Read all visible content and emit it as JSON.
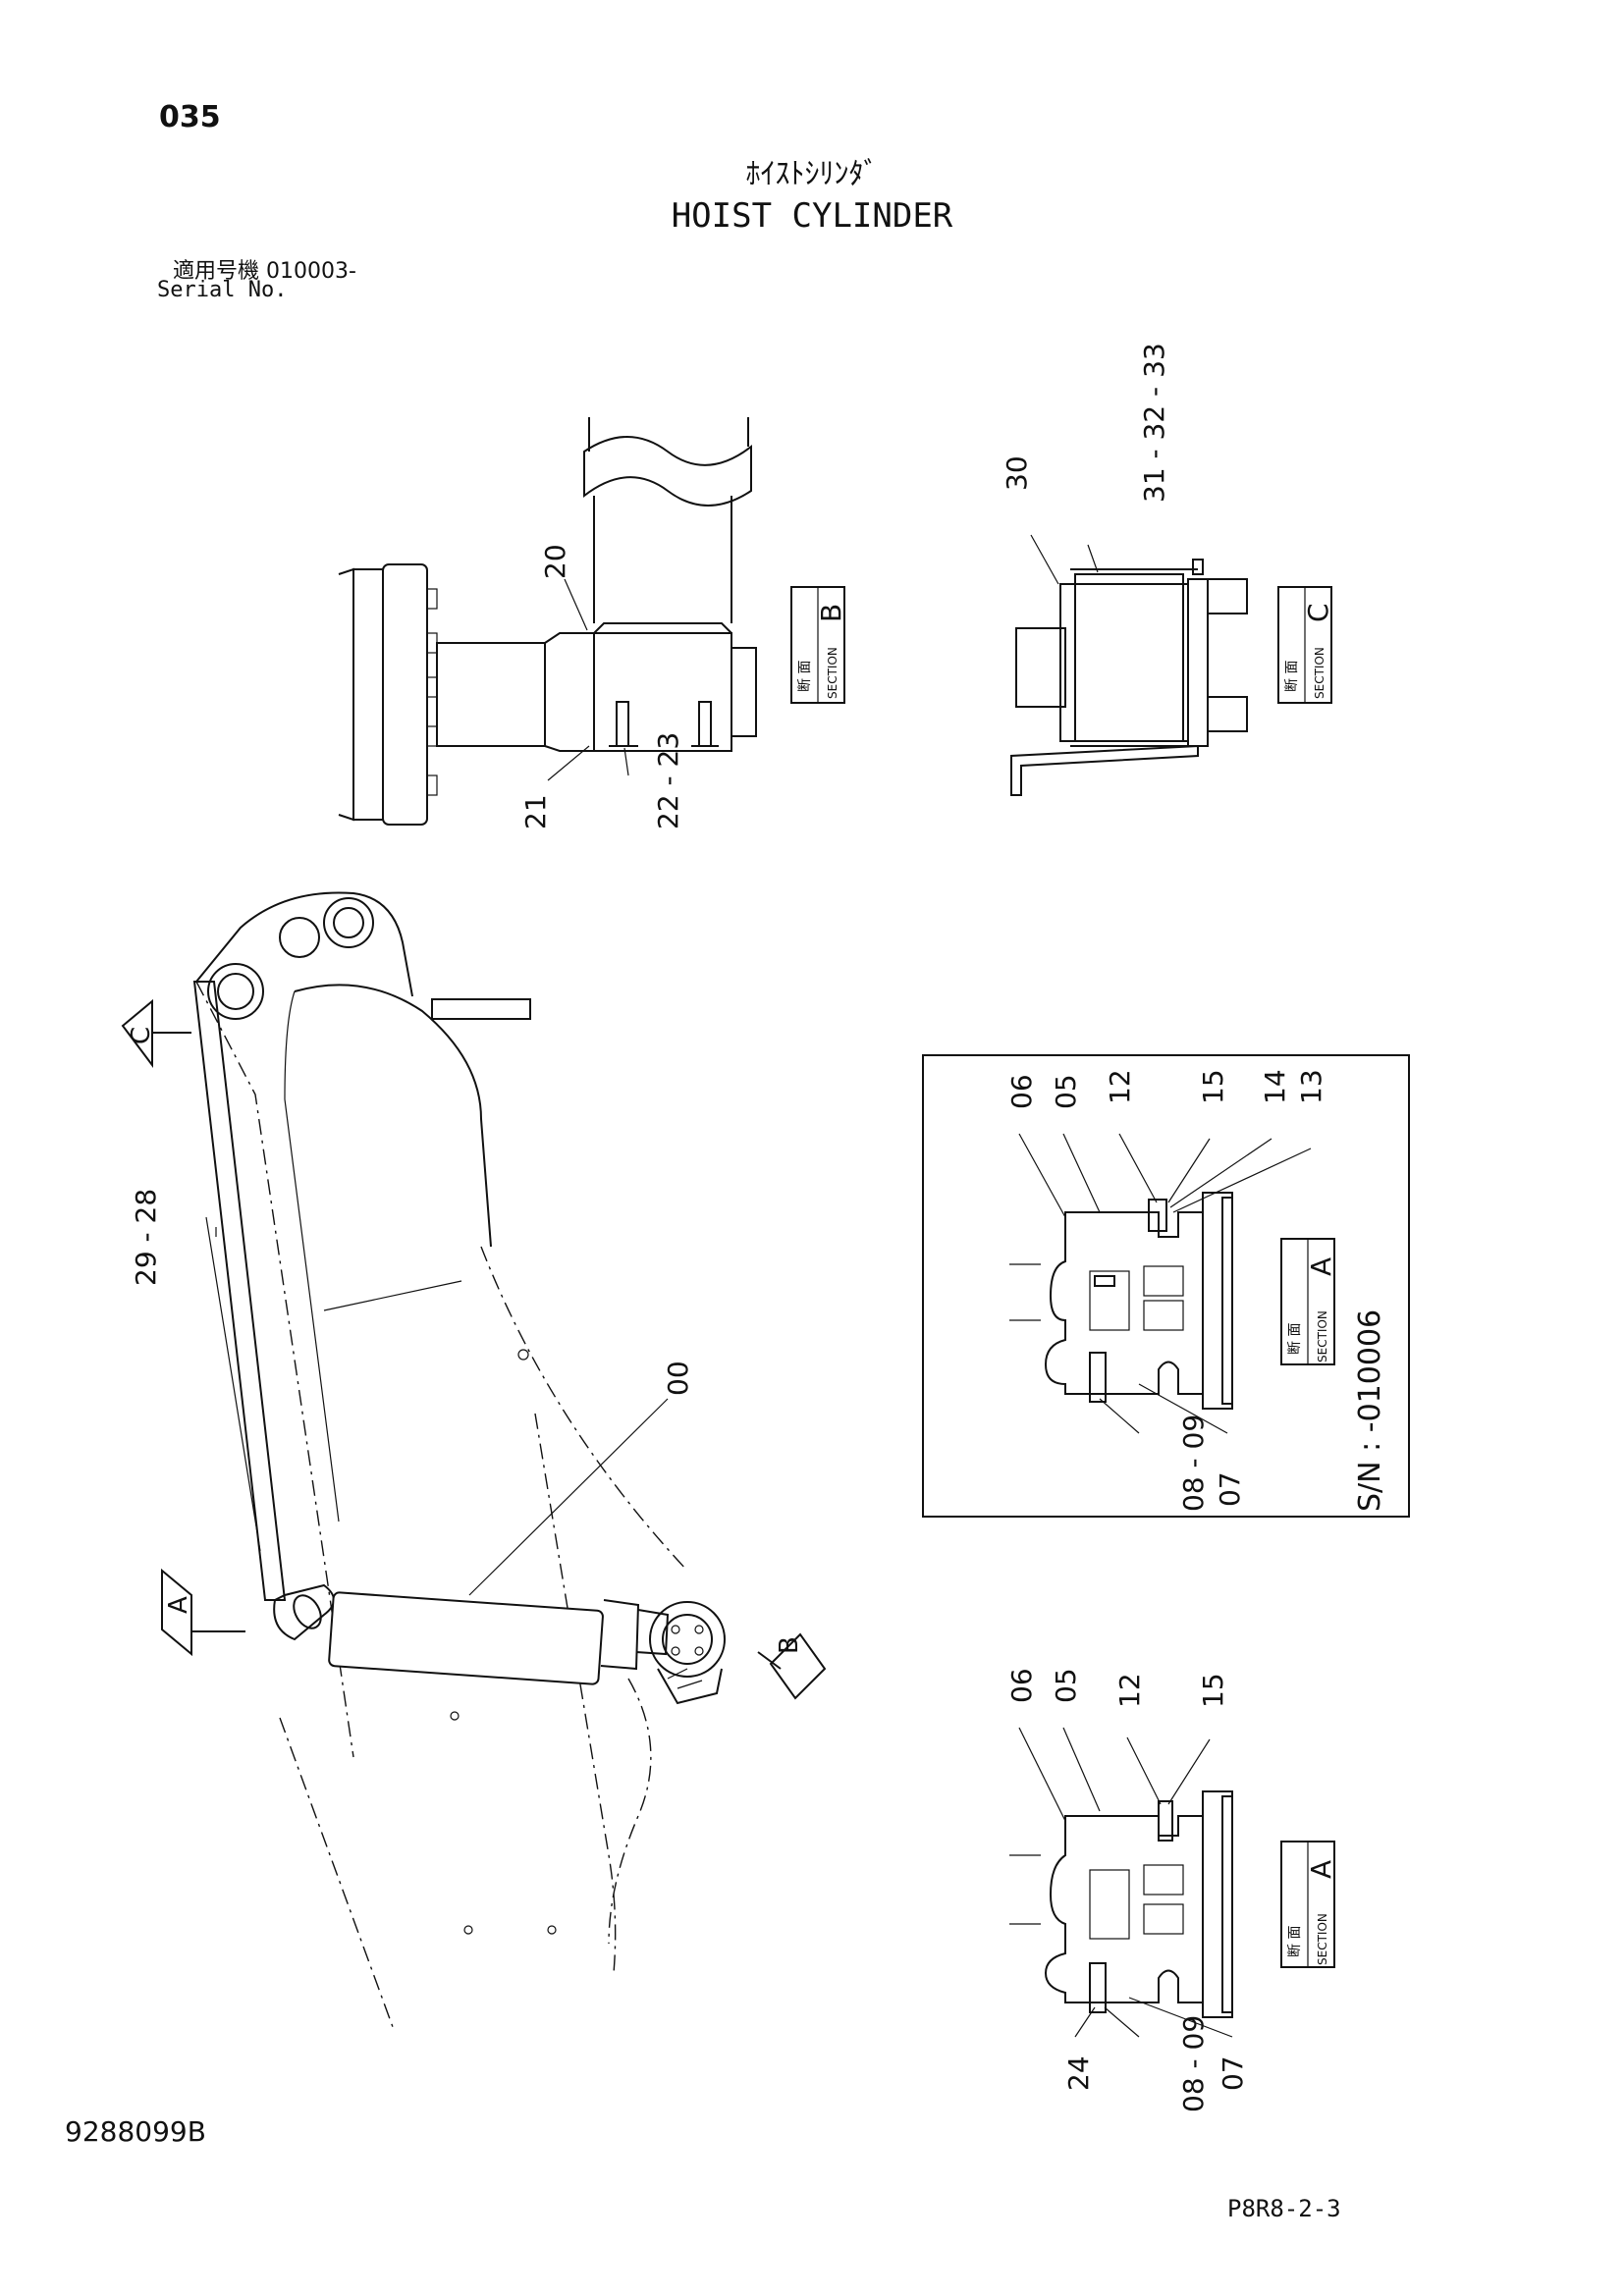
{
  "header": {
    "page_number": "035",
    "title_jp": "ﾎｲｽﾄｼﾘﾝﾀﾞ",
    "title_en": "HOIST CYLINDER",
    "serial_jp": "適用号機 010003-",
    "serial_en": "Serial No."
  },
  "footer": {
    "doc_id": "9288099B",
    "page_code": "P8R8-2-3"
  },
  "section_boxes": {
    "b": {
      "jp": "断 面",
      "en": "SECTION",
      "letter": "B"
    },
    "c": {
      "jp": "断 面",
      "en": "SECTION",
      "letter": "C"
    },
    "a_upper": {
      "jp": "断 面",
      "en": "SECTION",
      "letter": "A"
    },
    "a_lower": {
      "jp": "断 面",
      "en": "SECTION",
      "letter": "A"
    }
  },
  "markers": {
    "a": "A",
    "b": "B",
    "c": "C"
  },
  "serial_range_note": "S/N : -010006",
  "callouts": {
    "p00": "00",
    "p20": "20",
    "p21": "21",
    "p22_23": "22 - 23",
    "p28_29": "29 - 28",
    "p30": "30",
    "p31_33": "31 - 32 - 33",
    "upper_a": {
      "p06": "06",
      "p05": "05",
      "p12": "12",
      "p15": "15",
      "p14": "14",
      "p13": "13",
      "p08_09": "08 - 09",
      "p07": "07"
    },
    "lower_a": {
      "p06": "06",
      "p05": "05",
      "p12": "12",
      "p15": "15",
      "p24": "24",
      "p08_09": "08 - 09",
      "p07": "07"
    }
  }
}
